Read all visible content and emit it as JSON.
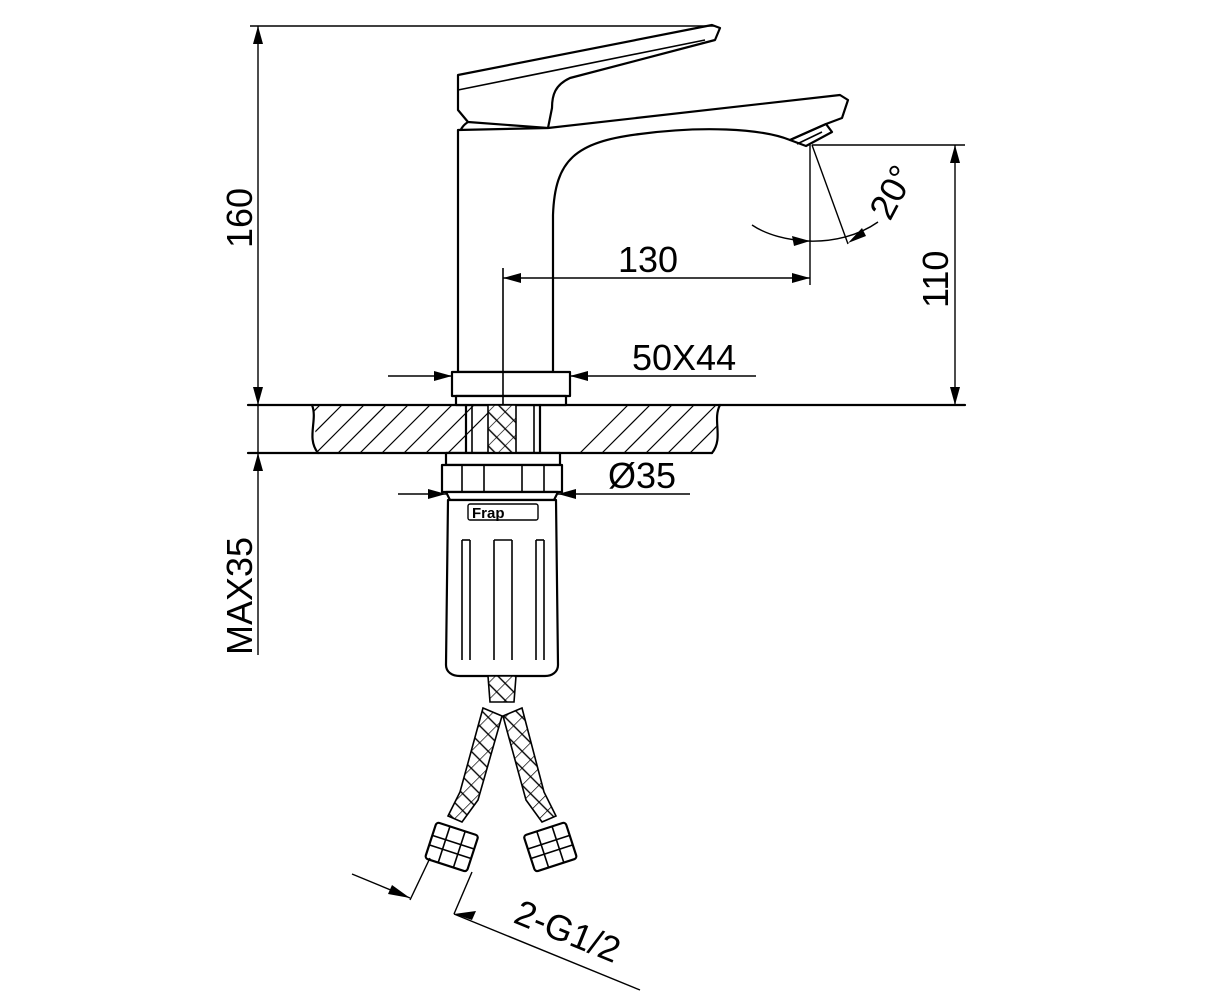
{
  "dimensions": {
    "height_total": "160",
    "spout_reach": "130",
    "spout_height": "110",
    "spray_angle": "20°",
    "base_size": "50X44",
    "hole_diameter": "Ø35",
    "max_counter_thickness": "MAX35",
    "hose_thread": "2-G1/2"
  },
  "logo_text": "Frap"
}
